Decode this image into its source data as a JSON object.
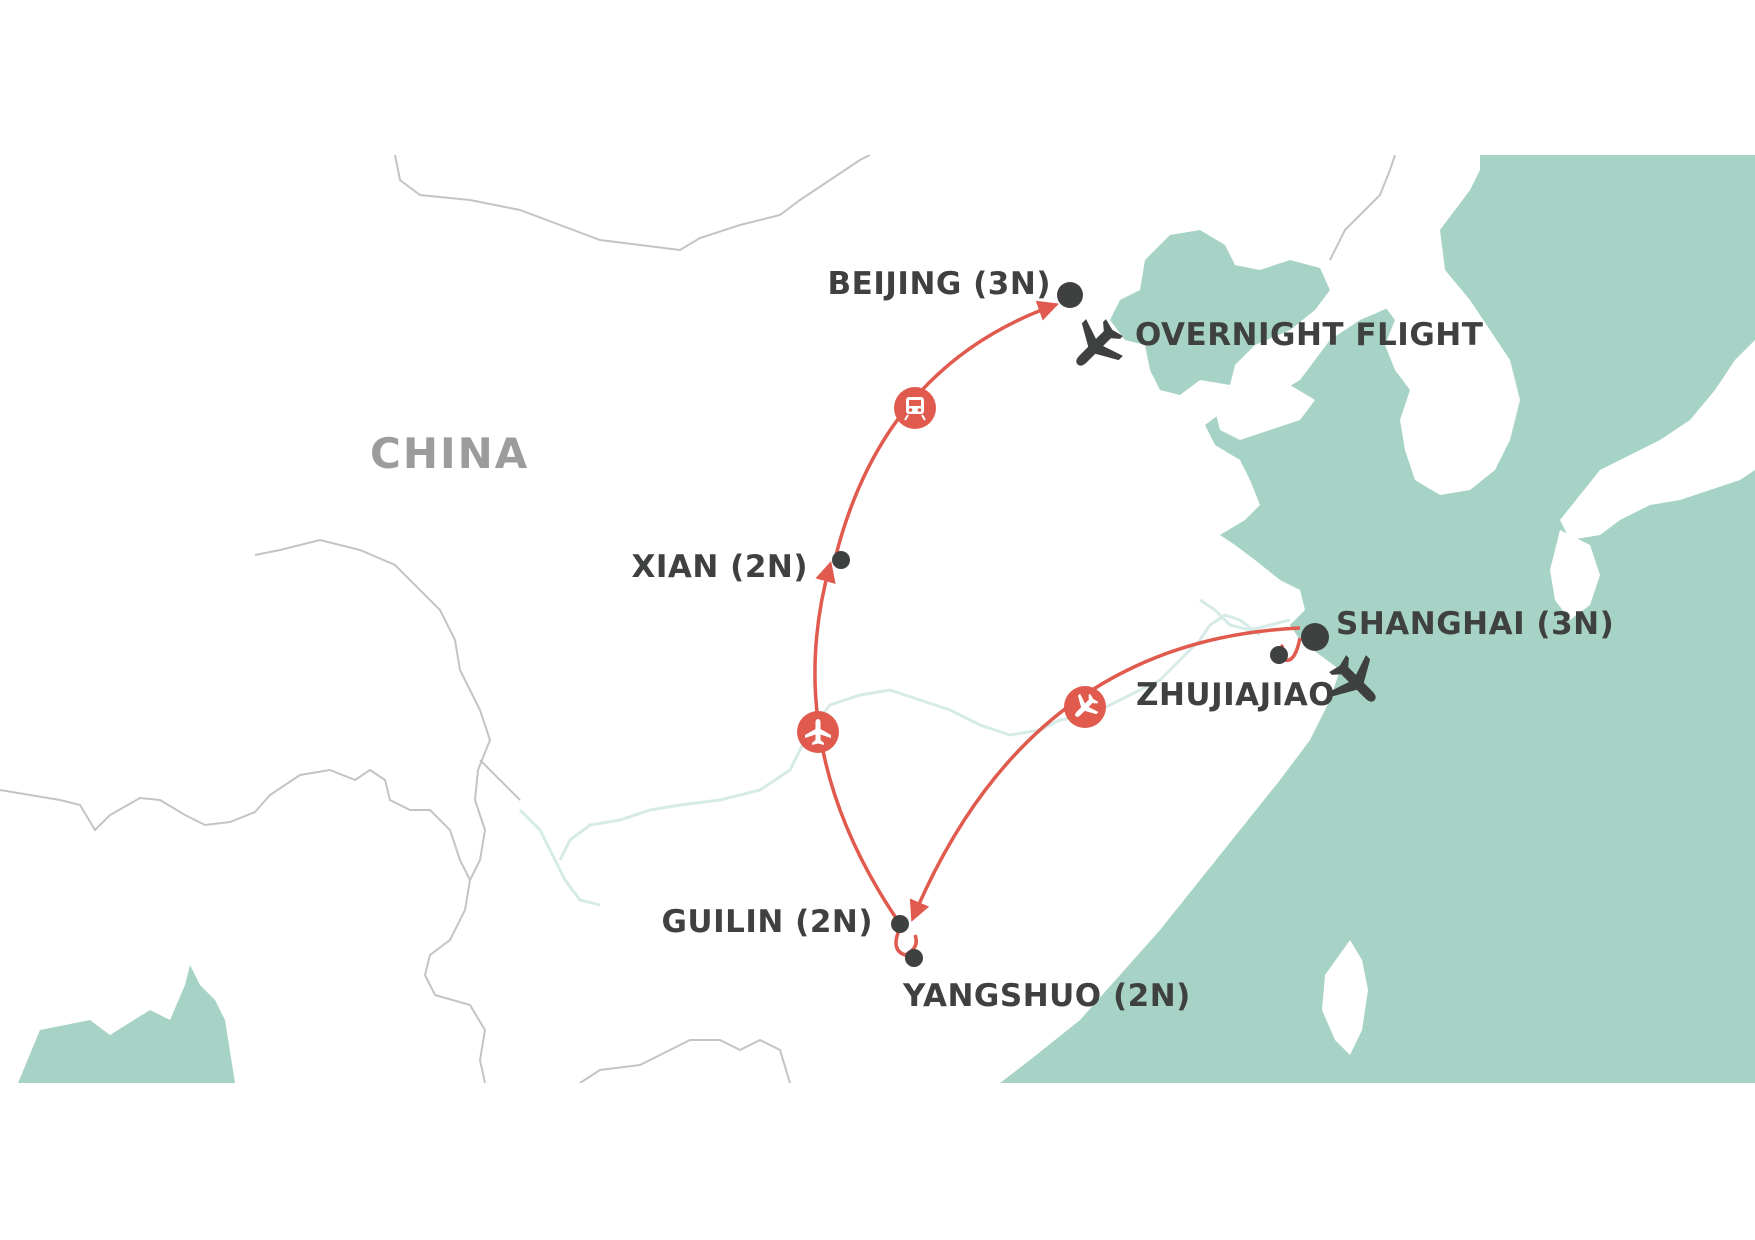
{
  "map": {
    "country_label": "CHINA",
    "colors": {
      "sea": "#a7d3c7",
      "land": "#ffffff",
      "border": "#c4c4c4",
      "route": "#e05a4e",
      "marker": "#3f4040",
      "label": "#3f4040",
      "country_label": "#9c9c9c"
    },
    "stops": [
      {
        "id": "beijing",
        "label": "BEIJING (3N)"
      },
      {
        "id": "xian",
        "label": "XIAN (2N)"
      },
      {
        "id": "shanghai",
        "label": "SHANGHAI (3N)"
      },
      {
        "id": "zhujiajiao",
        "label": "ZHUJIAJIAO"
      },
      {
        "id": "guilin",
        "label": "GUILIN (2N)"
      },
      {
        "id": "yangshuo",
        "label": "YANGSHUO (2N)"
      }
    ],
    "annotations": [
      {
        "id": "overnight-flight",
        "label": "OVERNIGHT FLIGHT",
        "icon": "airplane-icon"
      }
    ],
    "transport_icons": [
      {
        "leg": "xian-beijing",
        "mode": "train",
        "icon": "train-icon"
      },
      {
        "leg": "guilin-xian",
        "mode": "flight",
        "icon": "airplane-icon"
      },
      {
        "leg": "shanghai-guilin",
        "mode": "flight",
        "icon": "airplane-icon"
      }
    ]
  }
}
